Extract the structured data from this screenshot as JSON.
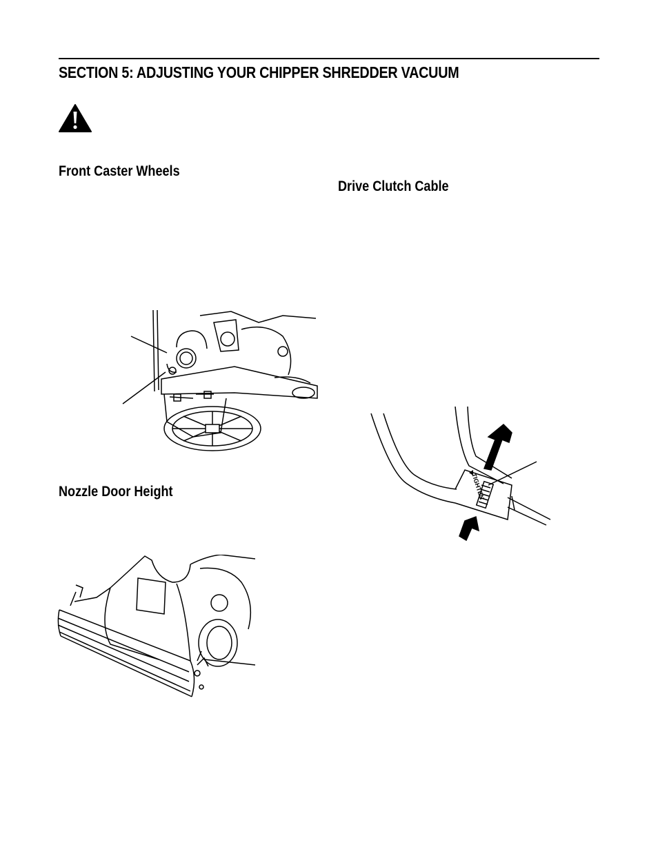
{
  "page": {
    "section_title": "SECTION 5:  ADJUSTING YOUR CHIPPER SHREDDER VACUUM",
    "headings": {
      "front_caster_wheels": "Front Caster Wheels",
      "drive_clutch_cable": "Drive Clutch Cable",
      "nozzle_door_height": "Nozzle Door Height"
    }
  },
  "figures": {
    "cable_adjuster": {
      "label": "TIGHTEN"
    }
  },
  "icons": {
    "warning": "warning-triangle-icon"
  }
}
